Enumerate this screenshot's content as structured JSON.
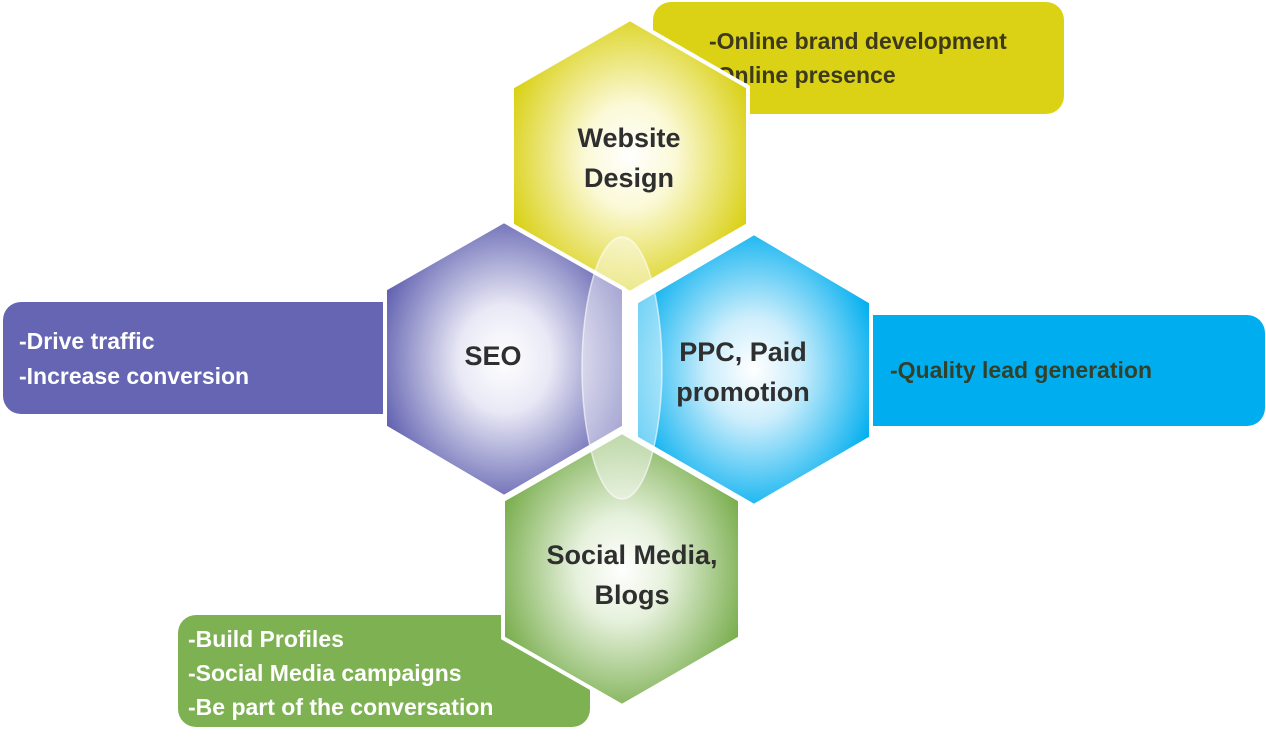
{
  "nodes": {
    "website_design": {
      "title_lines": [
        "Website",
        "Design"
      ],
      "details": [
        "-Online brand development",
        "-Online presence"
      ],
      "color": "#dbd216"
    },
    "seo": {
      "title_lines": [
        "SEO"
      ],
      "details": [
        "-Drive traffic",
        "-Increase conversion"
      ],
      "color": "#6565b3"
    },
    "ppc": {
      "title_lines": [
        "PPC, Paid",
        "promotion"
      ],
      "details": [
        "-Quality lead generation"
      ],
      "color": "#00aeef"
    },
    "social_media": {
      "title_lines": [
        "Social Media,",
        "Blogs"
      ],
      "details": [
        "-Build Profiles",
        "-Social Media campaigns",
        "-Be part of the conversation"
      ],
      "color": "#7eb152"
    }
  }
}
